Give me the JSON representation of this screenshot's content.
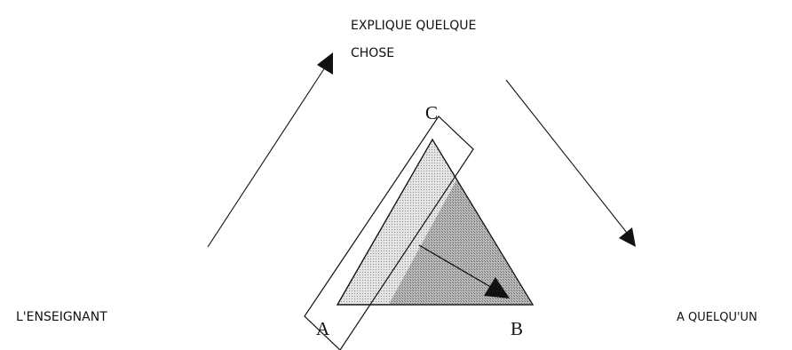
{
  "labels": {
    "top_line1": "EXPLIQUE QUELQUE",
    "top_line2": "CHOSE",
    "left": "L'ENSEIGNANT",
    "right": "A QUELQU'UN"
  },
  "vertices": {
    "a": "A",
    "b": "B",
    "c": "C"
  },
  "colors": {
    "triangle_fill": "#d9d9d9",
    "overlap_fill": "#a8a8a8",
    "stroke": "#111111"
  }
}
